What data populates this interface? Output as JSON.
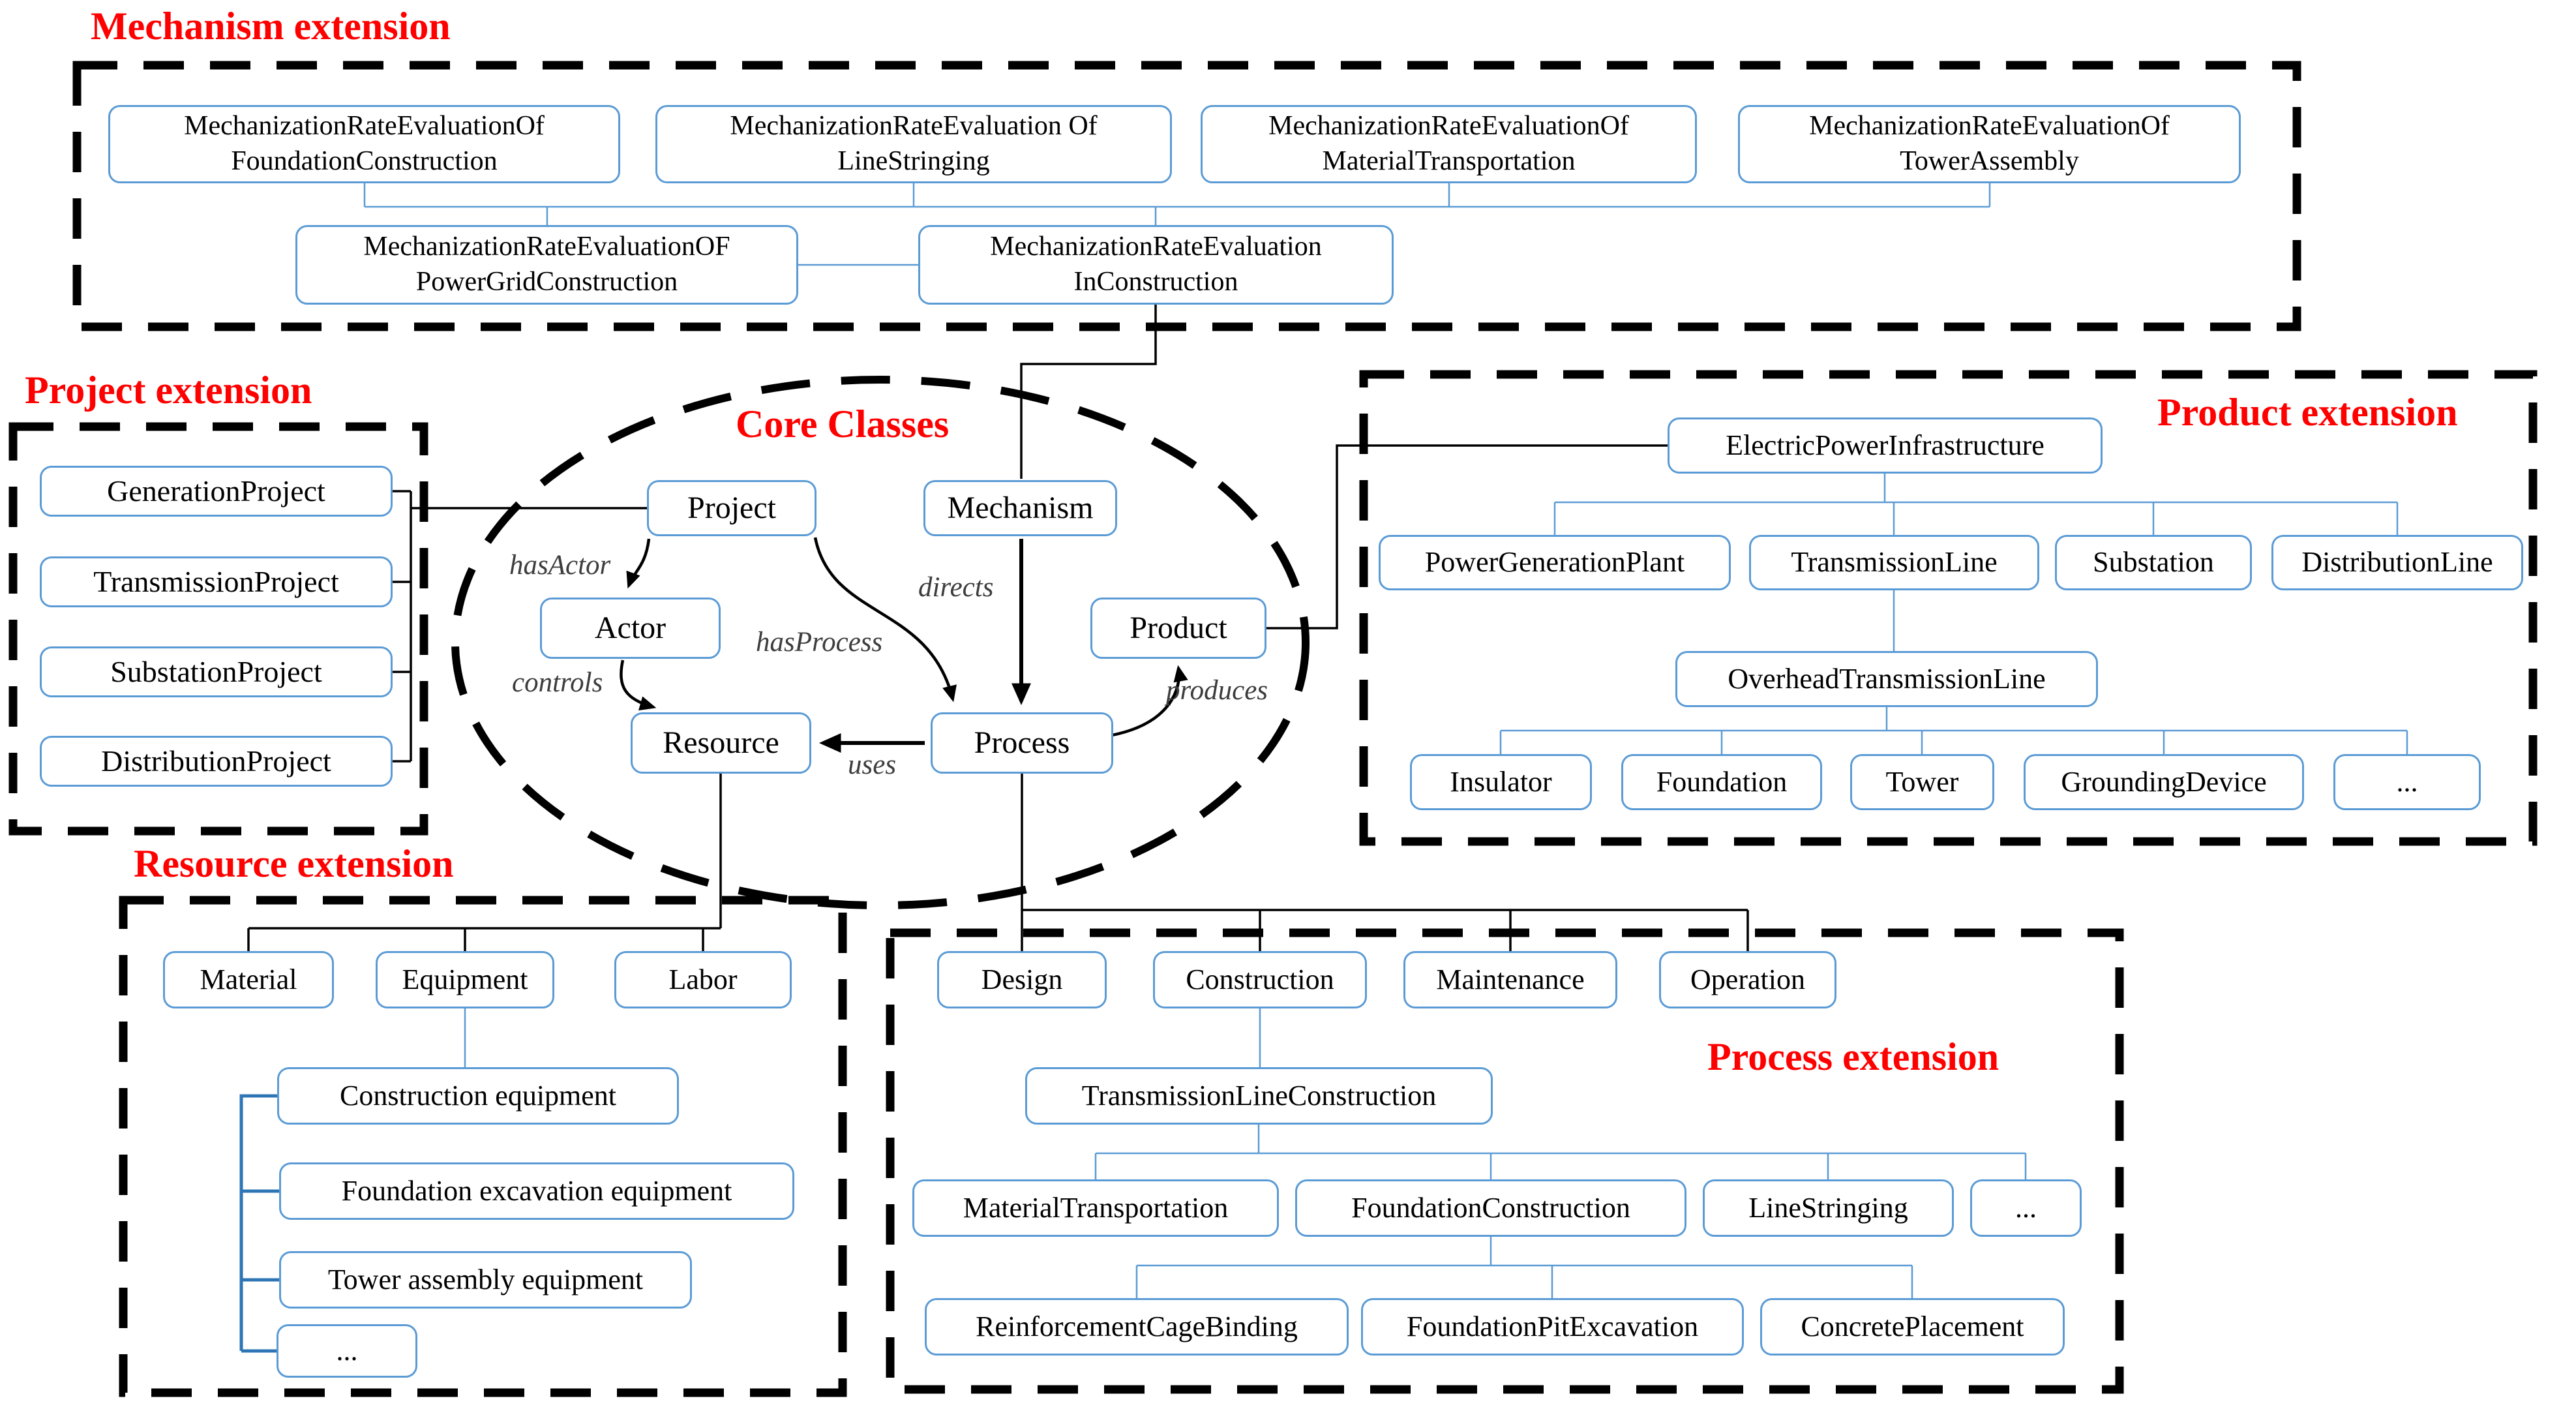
{
  "titles": {
    "mechanism": "Mechanism extension",
    "project": "Project extension",
    "product": "Product extension",
    "resource": "Resource extension",
    "process": "Process extension",
    "core": "Core Classes"
  },
  "core": {
    "project": "Project",
    "mechanism": "Mechanism",
    "actor": "Actor",
    "product": "Product",
    "resource": "Resource",
    "process": "Process",
    "relations": {
      "hasActor": "hasActor",
      "directs": "directs",
      "hasProcess": "hasProcess",
      "controls": "controls",
      "uses": "uses",
      "produces": "produces"
    }
  },
  "mechanism_ext": {
    "row1": [
      {
        "l1": "MechanizationRateEvaluationOf",
        "l2": "FoundationConstruction"
      },
      {
        "l1": "MechanizationRateEvaluation Of",
        "l2": "LineStringing"
      },
      {
        "l1": "MechanizationRateEvaluationOf",
        "l2": "MaterialTransportation"
      },
      {
        "l1": "MechanizationRateEvaluationOf",
        "l2": "TowerAssembly"
      }
    ],
    "row2": [
      {
        "l1": "MechanizationRateEvaluationOF",
        "l2": "PowerGridConstruction"
      },
      {
        "l1": "MechanizationRateEvaluation",
        "l2": "InConstruction"
      }
    ]
  },
  "project_ext": {
    "items": [
      "GenerationProject",
      "TransmissionProject",
      "SubstationProject",
      "DistributionProject"
    ]
  },
  "product_ext": {
    "root": "ElectricPowerInfrastructure",
    "children": [
      "PowerGenerationPlant",
      "TransmissionLine",
      "Substation",
      "DistributionLine"
    ],
    "overhead": "OverheadTransmissionLine",
    "parts": [
      "Insulator",
      "Foundation",
      "Tower",
      "GroundingDevice",
      "..."
    ]
  },
  "resource_ext": {
    "items": [
      "Material",
      "Equipment",
      "Labor"
    ],
    "equipment_child": "Construction equipment",
    "equipment_sub": [
      "Foundation excavation equipment",
      "Tower assembly equipment",
      "..."
    ]
  },
  "process_ext": {
    "phases": [
      "Design",
      "Construction",
      "Maintenance",
      "Operation"
    ],
    "construction_child": "TransmissionLineConstruction",
    "sub": [
      "MaterialTransportation",
      "FoundationConstruction",
      "LineStringing",
      "..."
    ],
    "foundation_sub": [
      "ReinforcementCageBinding",
      "FoundationPitExcavation",
      "ConcretePlacement"
    ]
  }
}
